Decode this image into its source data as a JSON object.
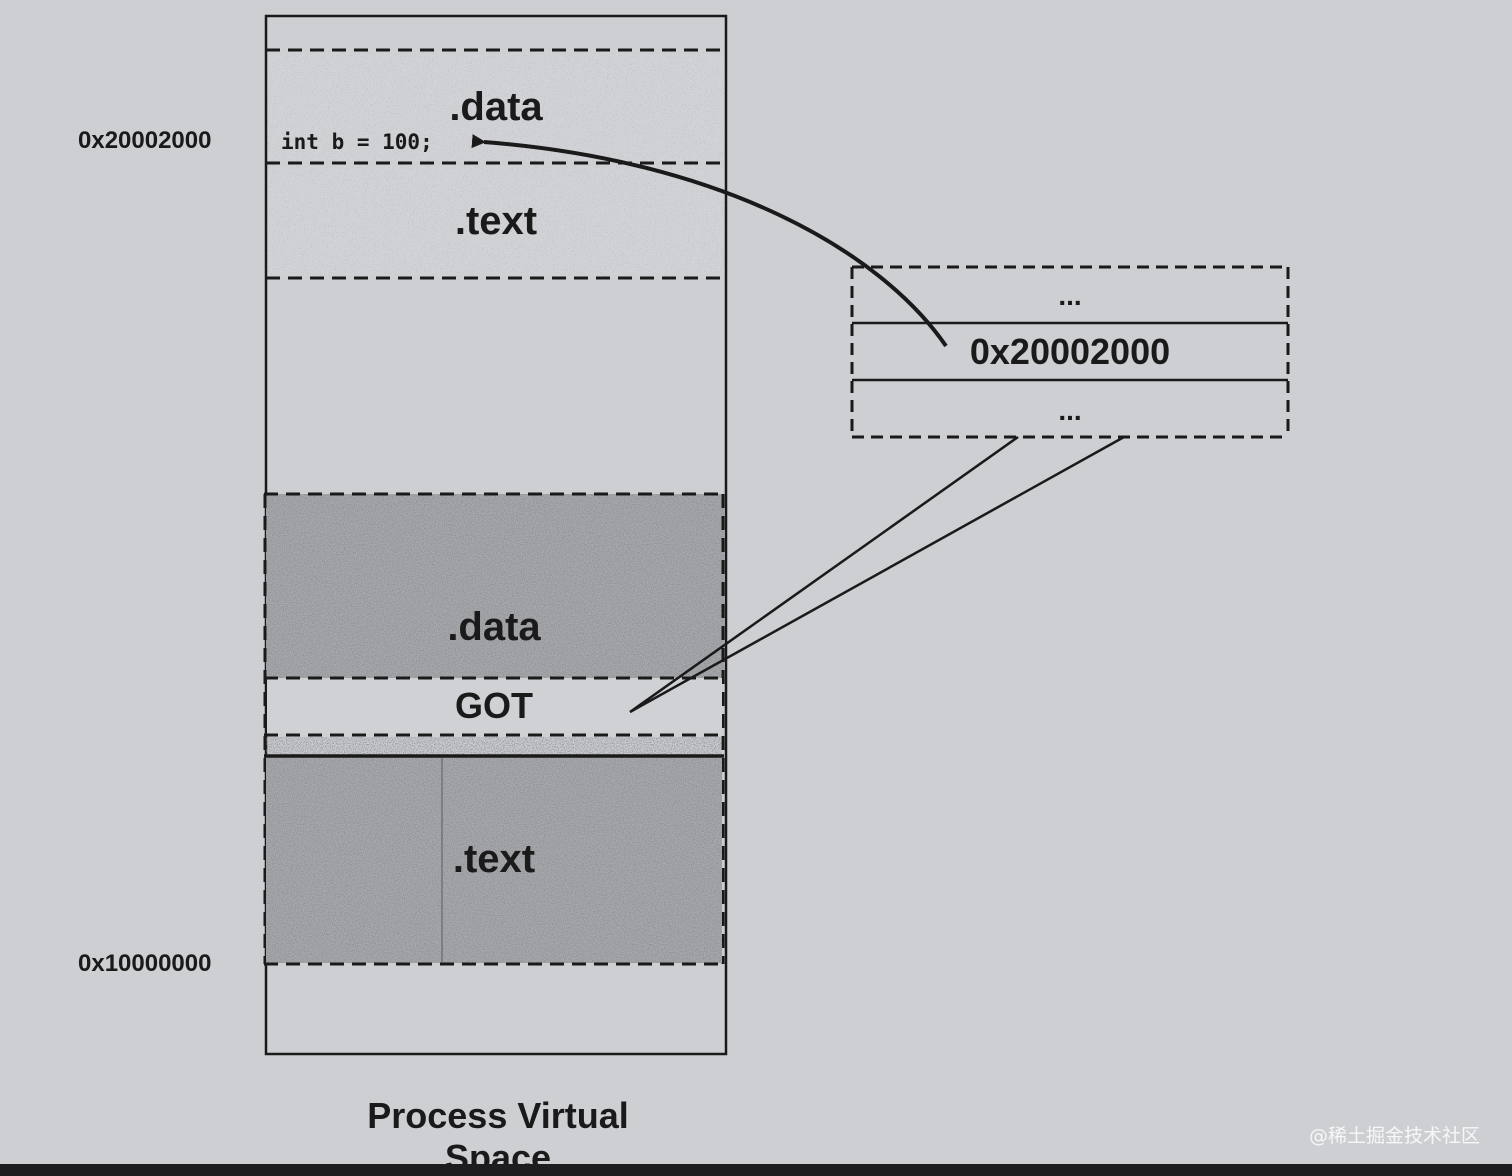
{
  "upper_module": {
    "data_label": ".data",
    "code_snippet": "int b = 100;",
    "text_label": ".text"
  },
  "lower_module": {
    "data_label": ".data",
    "got_label": "GOT",
    "text_label": ".text"
  },
  "addresses": {
    "upper": "0x20002000",
    "lower": "0x10000000"
  },
  "got_table": {
    "top": "...",
    "entry": "0x20002000",
    "bottom": "..."
  },
  "caption": {
    "line1": "Process Virtual",
    "line2": "Space"
  },
  "watermark": "@稀土掘金技术社区",
  "colors": {
    "background": "#cdcfd3",
    "light_fill": "#d2d4d8",
    "stipple_fill": "#9c9ea2",
    "line": "#1a1a1a"
  }
}
